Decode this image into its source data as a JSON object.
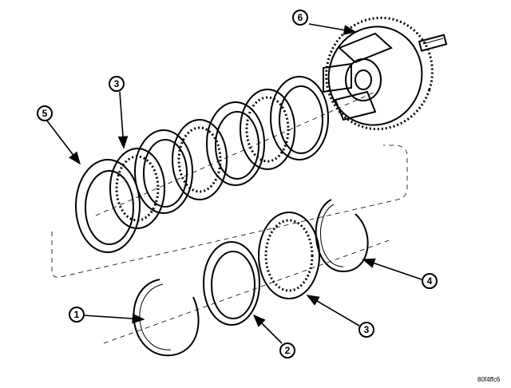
{
  "callouts": [
    {
      "id": "c1",
      "label": "1"
    },
    {
      "id": "c2",
      "label": "2"
    },
    {
      "id": "c3a",
      "label": "3"
    },
    {
      "id": "c3b",
      "label": "3"
    },
    {
      "id": "c4",
      "label": "4"
    },
    {
      "id": "c5",
      "label": "5"
    },
    {
      "id": "c6",
      "label": "6"
    }
  ],
  "figure_code": "80f4ffc6"
}
